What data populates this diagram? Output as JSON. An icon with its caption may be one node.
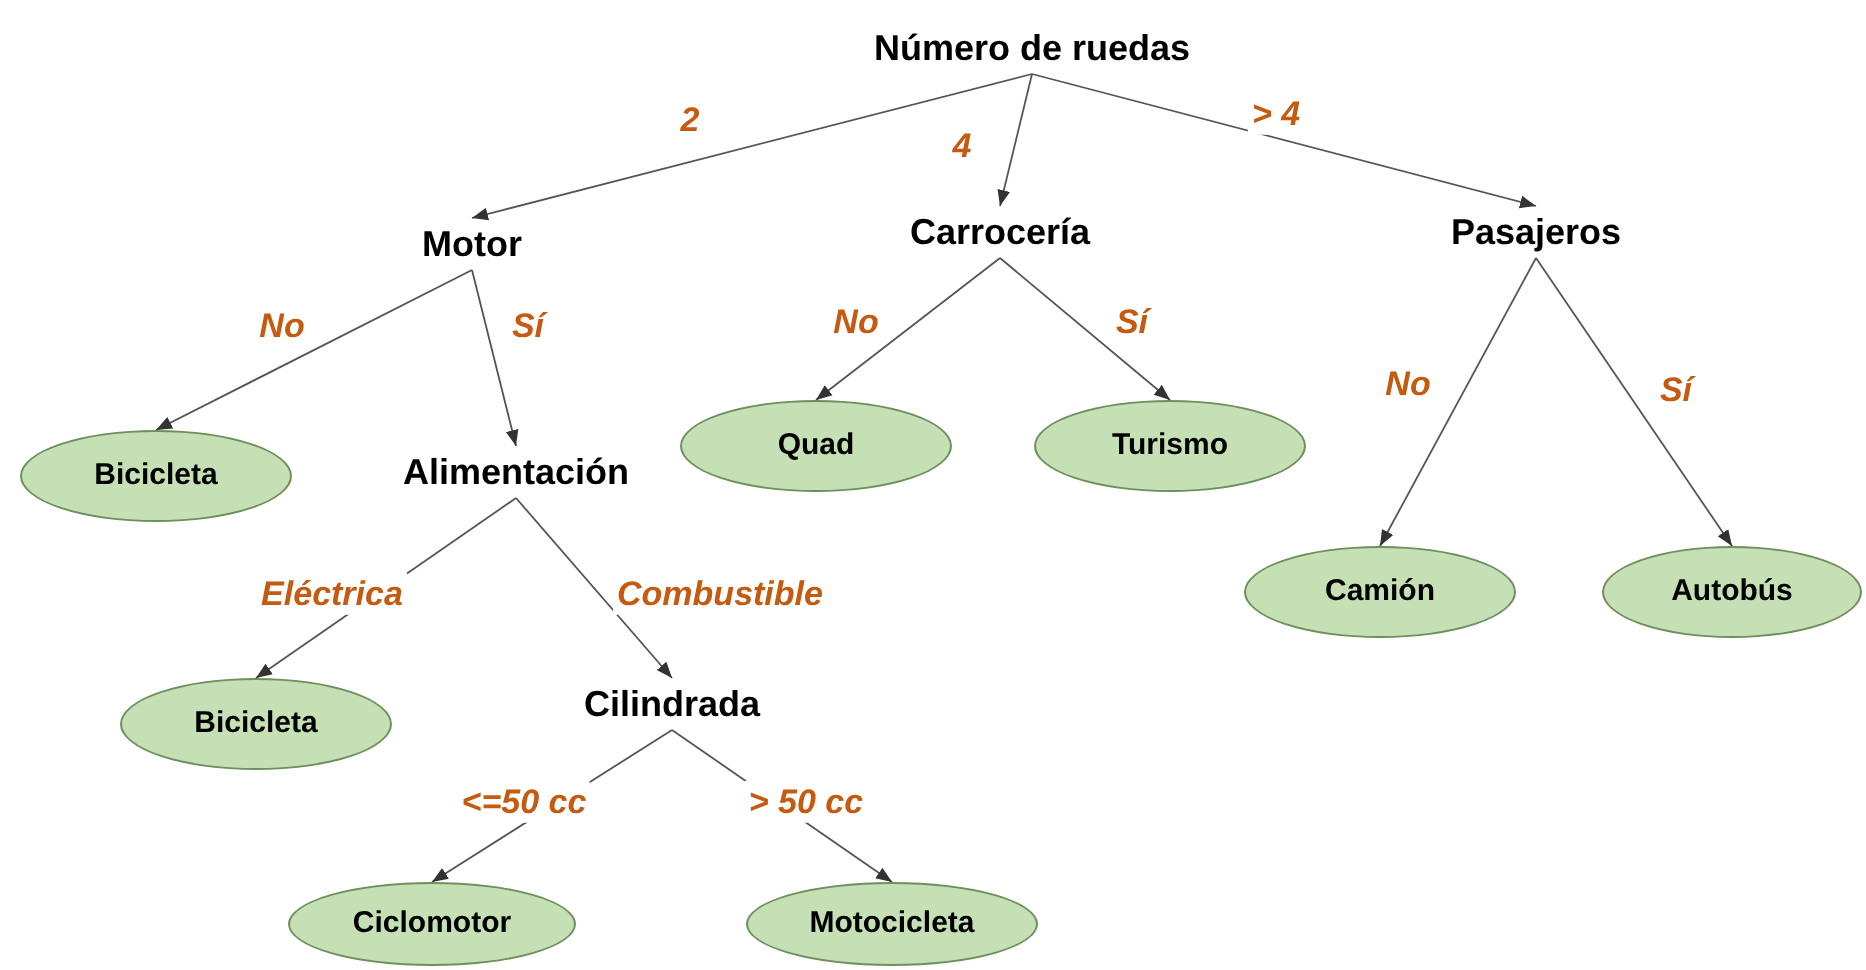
{
  "diagram": {
    "nodes": [
      {
        "text": [
          "Número de ruedas"
        ]
      },
      {
        "text": [
          "Motor"
        ]
      },
      {
        "text": [
          "Carrocería"
        ]
      },
      {
        "text": [
          "Pasajeros"
        ]
      },
      {
        "text": [
          "Bicicleta"
        ]
      },
      {
        "text": [
          "Alimentación"
        ]
      },
      {
        "text": [
          "Quad"
        ]
      },
      {
        "text": [
          "Turismo"
        ]
      },
      {
        "text": [
          "Camión"
        ]
      },
      {
        "text": [
          "Autobús"
        ]
      },
      {
        "text": [
          "Bicicleta"
        ]
      },
      {
        "text": [
          "Cilindrada"
        ]
      },
      {
        "text": [
          "Ciclomotor"
        ]
      },
      {
        "text": [
          "Motocicleta"
        ]
      }
    ],
    "edges": [
      {
        "from": 0,
        "to": 1,
        "arrow": "to",
        "label": "2"
      },
      {
        "from": 0,
        "to": 2,
        "arrow": "to",
        "label": "4"
      },
      {
        "from": 0,
        "to": 3,
        "arrow": "to",
        "label": "> 4"
      },
      {
        "from": 1,
        "to": 4,
        "arrow": "to",
        "label": "No"
      },
      {
        "from": 1,
        "to": 5,
        "arrow": "to",
        "label": "Sí"
      },
      {
        "from": 2,
        "to": 6,
        "arrow": "to",
        "label": "No"
      },
      {
        "from": 2,
        "to": 7,
        "arrow": "to",
        "label": "Sí"
      },
      {
        "from": 3,
        "to": 8,
        "arrow": "to",
        "label": "No"
      },
      {
        "from": 3,
        "to": 9,
        "arrow": "to",
        "label": "Sí"
      },
      {
        "from": 5,
        "to": 10,
        "arrow": "to",
        "label": "Eléctrica"
      },
      {
        "from": 5,
        "to": 11,
        "arrow": "to",
        "label": "Combustible"
      },
      {
        "from": 11,
        "to": 12,
        "arrow": "to",
        "label": "<=50 cc"
      },
      {
        "from": 11,
        "to": 13,
        "arrow": "to",
        "label": "> 50 cc"
      }
    ]
  }
}
